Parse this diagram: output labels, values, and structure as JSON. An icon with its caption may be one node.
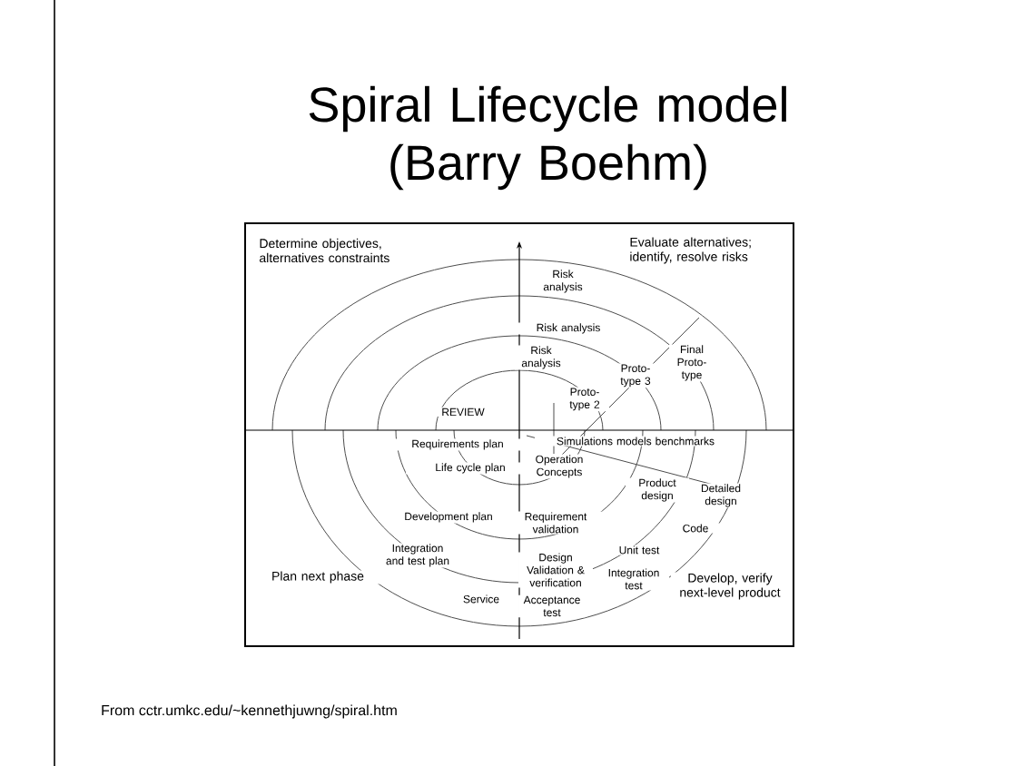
{
  "diagram": {
    "title": "Spiral Lifecycle model (Barry Boehm)",
    "caption": "From cctr.umkc.edu/~kennethjuwng/spiral.htm",
    "labels": [
      "Determine objectives, alternatives constraints",
      "Evaluate alternatives; identify, resolve risks",
      "Risk analysis",
      "Risk analysis",
      "Risk analysis",
      "Final Proto-type",
      "Proto-type 3",
      "Proto-type 2",
      "REVIEW",
      "Requirements plan",
      "Simulations models benchmarks",
      "Life cycle plan",
      "Operation Concepts",
      "Product design",
      "Detailed design",
      "Requirement validation",
      "Development plan",
      "Code",
      "Integration and test plan",
      "Unit test",
      "Design Validation & verification",
      "Integration test",
      "Plan next phase",
      "Develop, verify next-level product",
      "Service",
      "Acceptance test"
    ]
  }
}
